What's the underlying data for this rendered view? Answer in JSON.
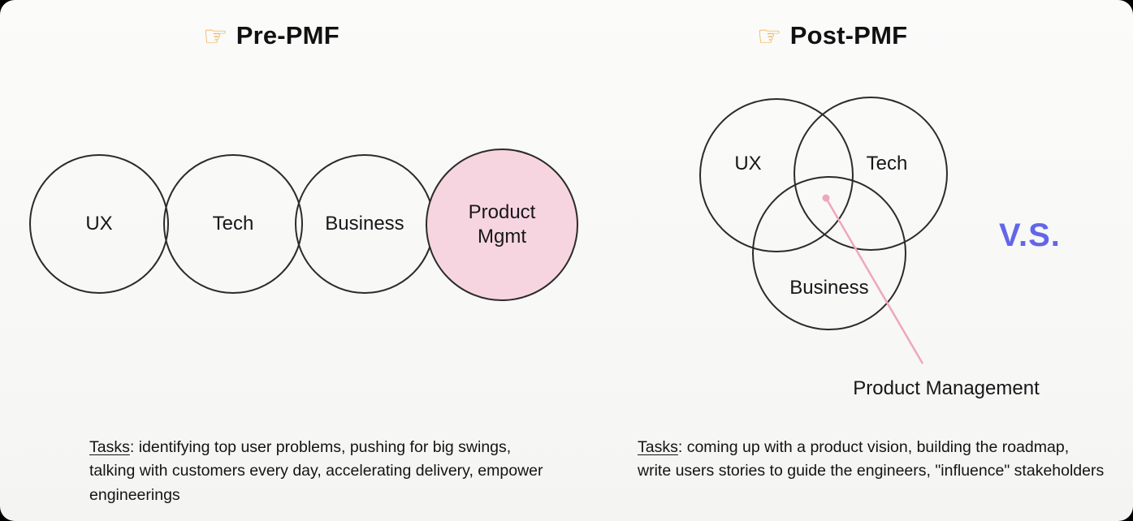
{
  "slide": {
    "left": {
      "title": {
        "icon": "☞",
        "label": "Pre-PMF"
      },
      "circles": [
        {
          "label": "UX"
        },
        {
          "label": "Tech"
        },
        {
          "label": "Business"
        },
        {
          "label": "Product Mgmt"
        }
      ],
      "tasks": {
        "label": "Tasks",
        "text": ": identifying top user problems, pushing for big swings, talking with customers every day, accelerating delivery, empower engineerings"
      }
    },
    "right": {
      "title": {
        "icon": "☞",
        "label": "Post-PMF"
      },
      "circles": [
        {
          "label": "UX"
        },
        {
          "label": "Tech"
        },
        {
          "label": "Business"
        }
      ],
      "callout": "Product Management",
      "tasks": {
        "label": "Tasks",
        "text": ": coming up with a product vision, building the roadmap, write users stories to guide the engineers, \"influence\" stakeholders"
      }
    },
    "vs_label": "V.S.",
    "colors": {
      "pink_fill": "#f7d5e0",
      "pink_line": "#efa6bf",
      "vs": "#6366e8",
      "circle_stroke": "#2b2b2b"
    }
  }
}
